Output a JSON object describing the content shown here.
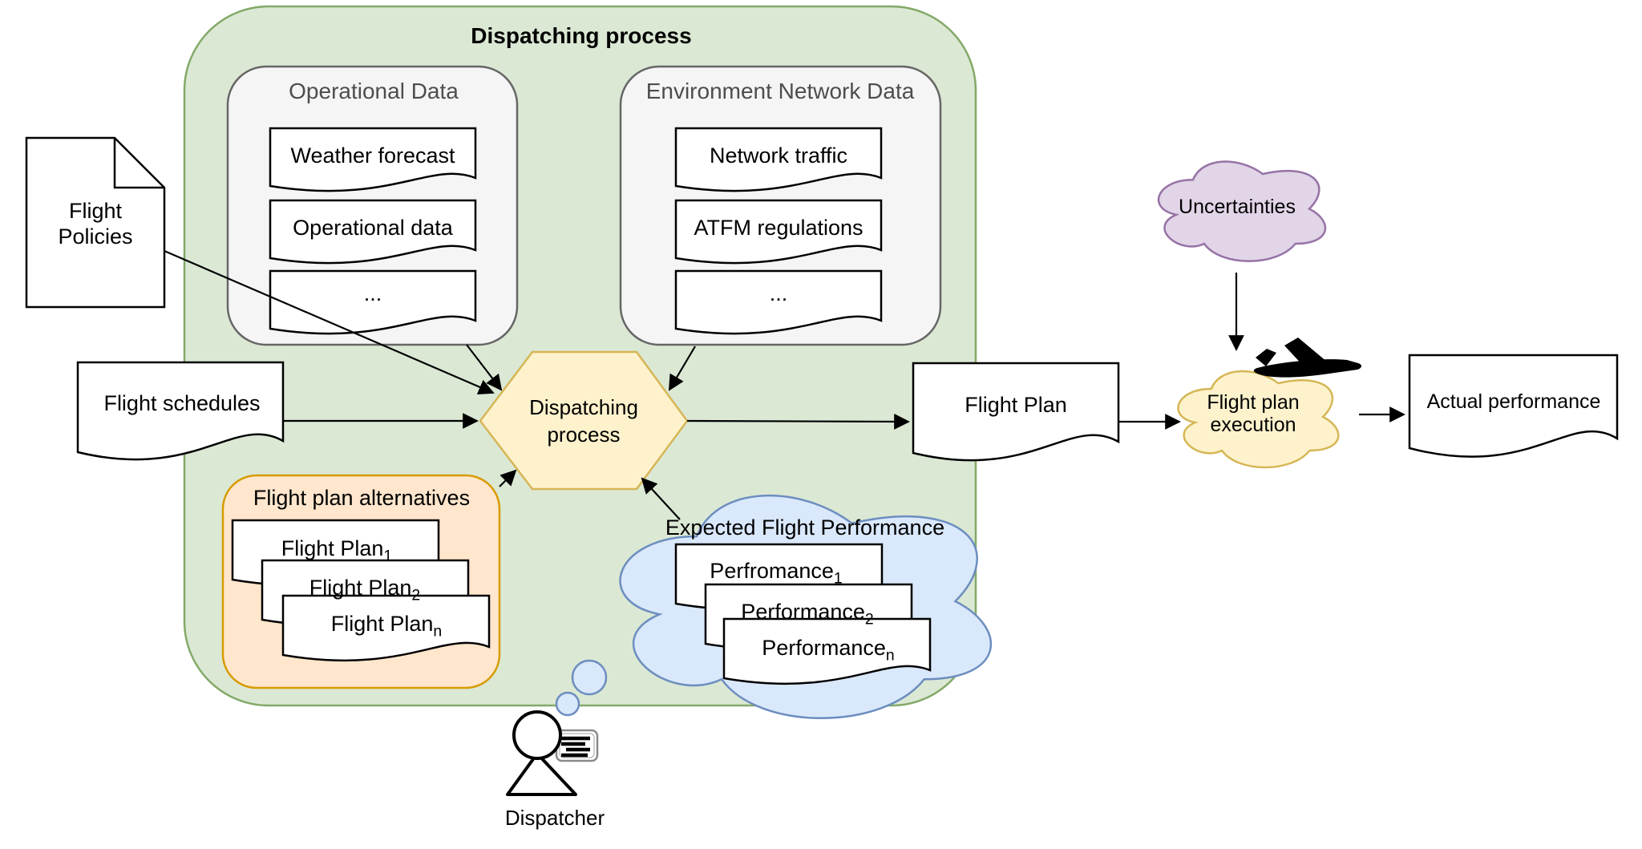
{
  "diagram": {
    "title": "Dispatching process",
    "groups": {
      "operational": {
        "title": "Operational Data",
        "docs": [
          "Weather forecast",
          "Operational data",
          "..."
        ]
      },
      "environment": {
        "title": "Environment Network Data",
        "docs": [
          "Network traffic",
          "ATFM regulations",
          "..."
        ]
      },
      "alternatives": {
        "title": "Flight plan alternatives",
        "docs": [
          {
            "base": "Flight Plan",
            "sub": "1"
          },
          {
            "base": "Flight Plan",
            "sub": "2"
          },
          {
            "base": "Flight Plan",
            "sub": "n"
          }
        ]
      },
      "expected": {
        "title": "Expected Flight Performance",
        "docs": [
          {
            "base": "Perfromance",
            "sub": "1"
          },
          {
            "base": "Performance",
            "sub": "2"
          },
          {
            "base": "Performance",
            "sub": "n"
          }
        ]
      }
    },
    "nodes": {
      "flight_policies": {
        "line1": "Flight",
        "line2": "Policies"
      },
      "flight_schedules": "Flight schedules",
      "dispatching_process": {
        "line1": "Dispatching",
        "line2": "process"
      },
      "flight_plan": "Flight Plan",
      "uncertainties": "Uncertainties",
      "flight_plan_execution": {
        "line1": "Flight plan",
        "line2": "execution"
      },
      "actual_performance": "Actual performance",
      "dispatcher": "Dispatcher"
    },
    "colors": {
      "container_green_fill": "#dbe8d4",
      "container_green_stroke": "#83a968",
      "data_gray_fill": "#f5f5f5",
      "data_gray_stroke": "#666666",
      "gray_title_text": "#4d4d4d",
      "process_yellow_fill": "#fdf2cc",
      "process_yellow_stroke": "#d6b656",
      "alternatives_orange_fill": "#ffe6cc",
      "alternatives_orange_stroke": "#d79b00",
      "thought_blue_fill": "#dae8fc",
      "thought_blue_stroke": "#6c8ebf",
      "uncertainty_purple_fill": "#e1d5e7",
      "uncertainty_purple_stroke": "#9673a6",
      "document_fill": "#ffffff",
      "line_black": "#000000"
    }
  }
}
